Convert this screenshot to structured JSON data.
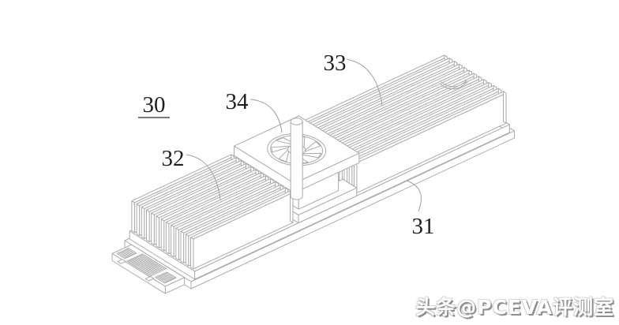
{
  "figure": {
    "description": "Isometric patent-style line drawing of an M.2 SSD module with finned heatsinks and a top-mounted cooling fan",
    "labels": [
      {
        "text": "30",
        "underlined": true
      },
      {
        "text": "31",
        "underlined": false
      },
      {
        "text": "32",
        "underlined": false
      },
      {
        "text": "33",
        "underlined": false
      },
      {
        "text": "34",
        "underlined": false
      }
    ]
  },
  "watermark": {
    "text": "头条@PCEVA评测室"
  },
  "colors": {
    "background": "#ffffff",
    "line": "#ababab",
    "label": "#1f1f1f",
    "leader": "#9f9f9f",
    "watermark_text": "#ffffff",
    "watermark_shadow": "#8f8f8f"
  }
}
